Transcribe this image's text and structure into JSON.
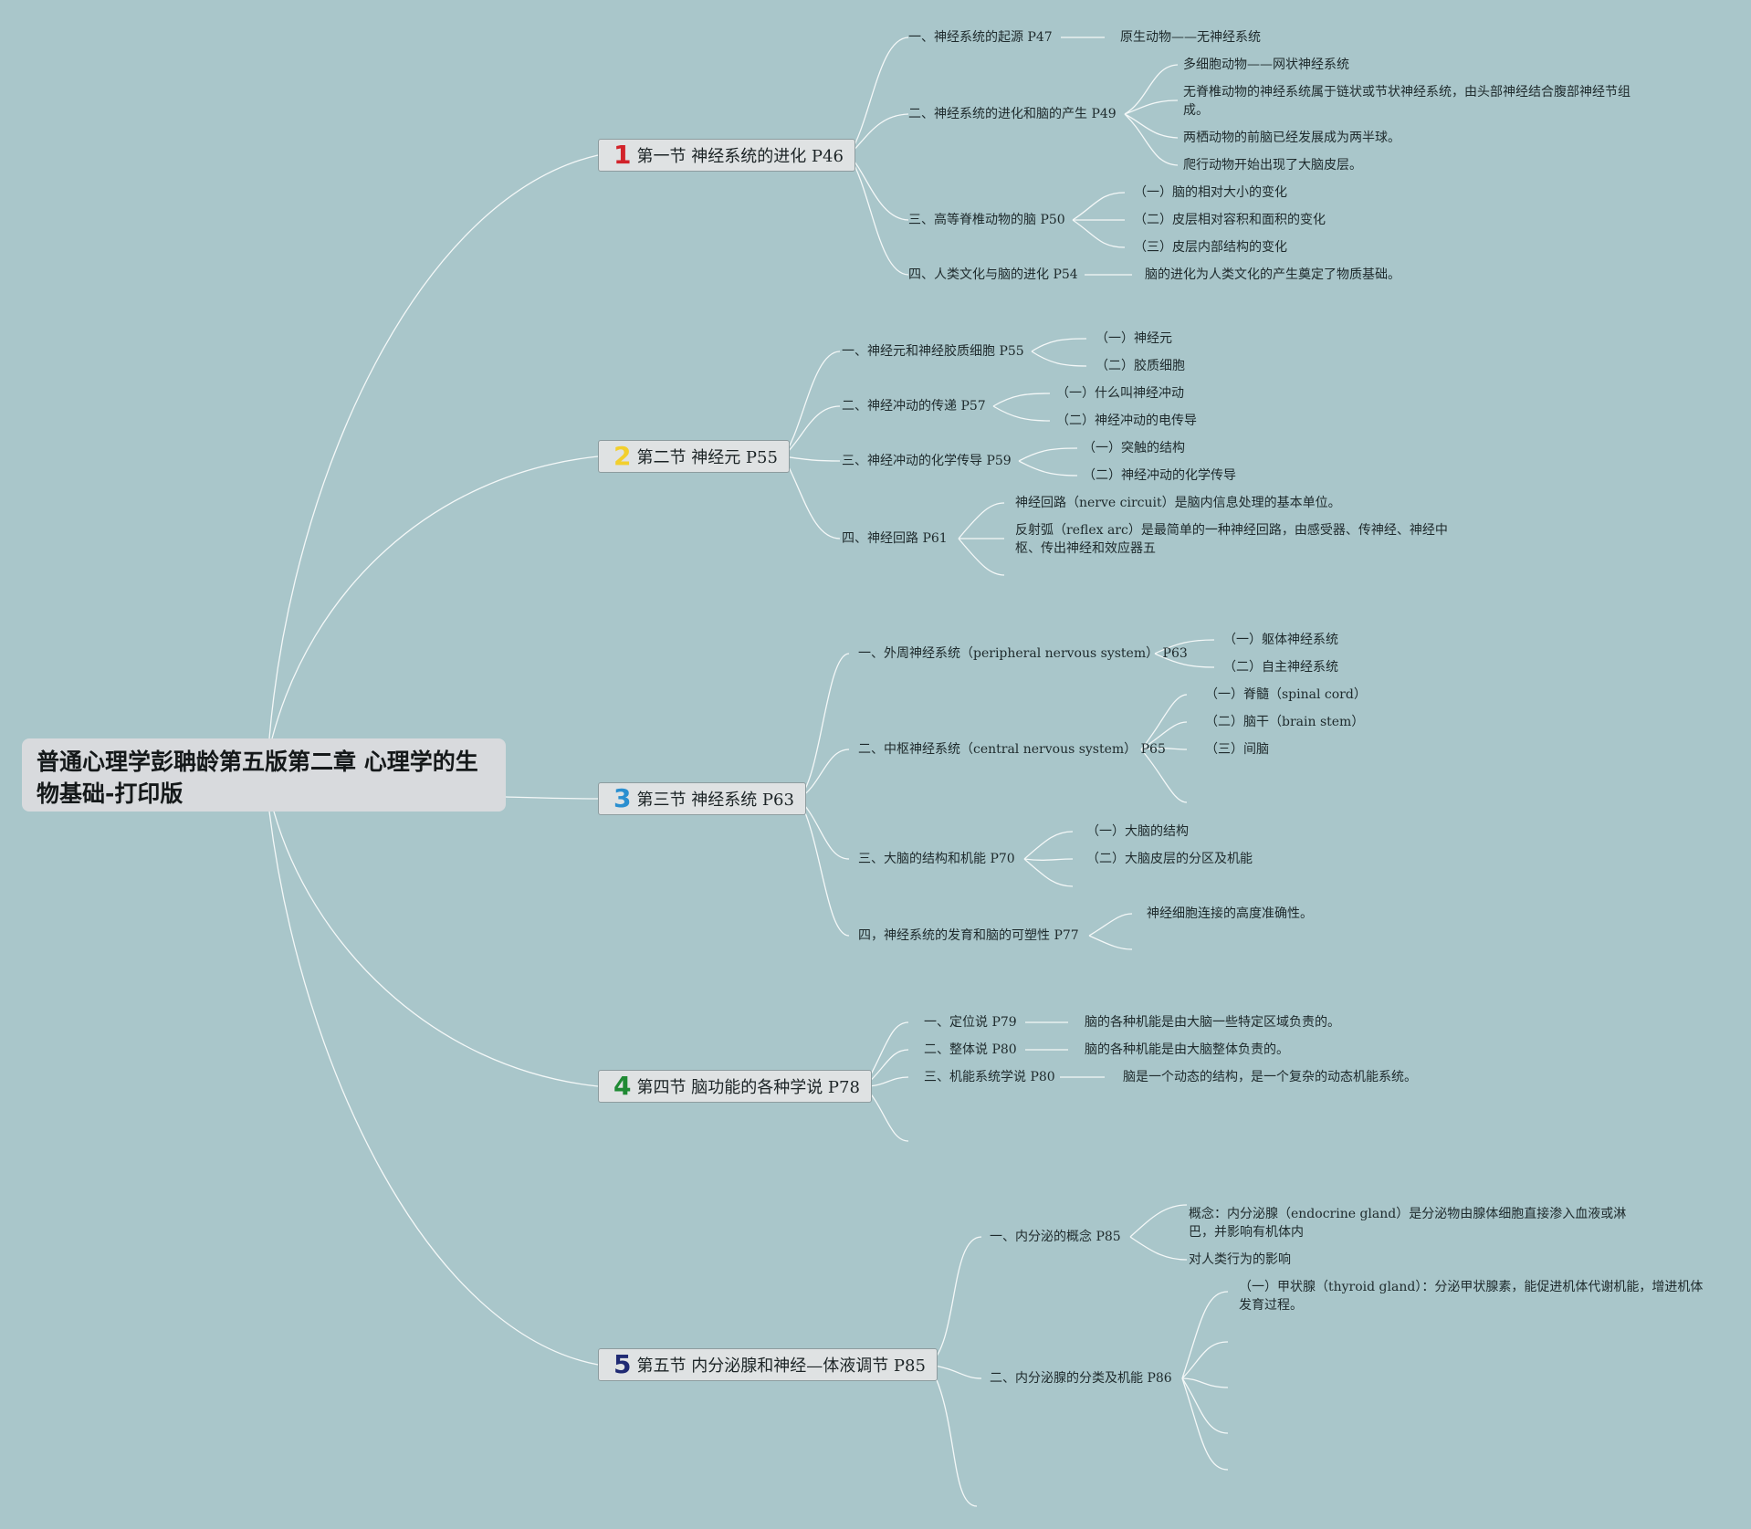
{
  "root": {
    "title": "普通心理学彭聃龄第五版第二章 心理学的生物基础-打印版"
  },
  "sections": [
    {
      "num": "1",
      "num_color": "#d2232a",
      "title": "第一节 神经系统的进化 P46",
      "topics": [
        {
          "label": "一、神经系统的起源 P47",
          "children": [
            "原生动物——无神经系统"
          ]
        },
        {
          "label": "二、神经系统的进化和脑的产生 P49",
          "children": [
            "多细胞动物——网状神经系统",
            "无脊椎动物的神经系统属于链状或节状神经系统，由头部神经结合腹部神经节组成。",
            "两栖动物的前脑已经发展成为两半球。",
            "爬行动物开始出现了大脑皮层。"
          ]
        },
        {
          "label": "三、高等脊椎动物的脑 P50",
          "children": [
            "（一）脑的相对大小的变化",
            "（二）皮层相对容积和面积的变化",
            "（三）皮层内部结构的变化"
          ]
        },
        {
          "label": "四、人类文化与脑的进化 P54",
          "children": [
            "脑的进化为人类文化的产生奠定了物质基础。"
          ]
        }
      ]
    },
    {
      "num": "2",
      "num_color": "#f2cf2d",
      "title": "第二节 神经元 P55",
      "topics": [
        {
          "label": "一、神经元和神经胶质细胞 P55",
          "children": [
            "（一）神经元",
            "（二）胶质细胞"
          ]
        },
        {
          "label": "二、神经冲动的传递 P57",
          "children": [
            "（一）什么叫神经冲动",
            "（二）神经冲动的电传导"
          ]
        },
        {
          "label": "三、神经冲动的化学传导 P59",
          "children": [
            "（一）突触的结构",
            "（二）神经冲动的化学传导"
          ]
        },
        {
          "label": "四、神经回路 P61",
          "children": [
            "神经回路（nerve circuit）是脑内信息处理的基本单位。",
            "反射弧（reflex arc）是最简单的一种神经回路，由感受器、传神经、神经中枢、传出神经和效应器五"
          ]
        }
      ]
    },
    {
      "num": "3",
      "num_color": "#2a8fd0",
      "title": "第三节 神经系统 P63",
      "topics": [
        {
          "label": "一、外周神经系统（peripheral nervous system） P63",
          "children": [
            "（一）躯体神经系统",
            "（二）自主神经系统"
          ]
        },
        {
          "label": "二、中枢神经系统（central nervous system） P65",
          "children": [
            "（一）脊髓（spinal cord）",
            "（二）脑干（brain stem）",
            "（三）间脑"
          ]
        },
        {
          "label": "三、大脑的结构和机能 P70",
          "children": [
            "（一）大脑的结构",
            "（二）大脑皮层的分区及机能"
          ]
        },
        {
          "label": "四，神经系统的发育和脑的可塑性 P77",
          "children": [
            "神经细胞连接的高度准确性。"
          ]
        }
      ]
    },
    {
      "num": "4",
      "num_color": "#1f8a34",
      "title": "第四节 脑功能的各种学说 P78",
      "topics": [
        {
          "label": "一、定位说 P79",
          "children": [
            "脑的各种机能是由大脑一些特定区域负责的。"
          ]
        },
        {
          "label": "二、整体说 P80",
          "children": [
            "脑的各种机能是由大脑整体负责的。"
          ]
        },
        {
          "label": "三、机能系统学说 P80",
          "children": [
            "脑是一个动态的结构，是一个复杂的动态机能系统。"
          ]
        }
      ]
    },
    {
      "num": "5",
      "num_color": "#1f2a73",
      "title": "第五节 内分泌腺和神经—体液调节 P85",
      "topics": [
        {
          "label": "一、内分泌的概念 P85",
          "children": [
            "概念：内分泌腺（endocrine gland）是分泌物由腺体细胞直接渗入血液或淋巴，并影响有机体内",
            "对人类行为的影响"
          ]
        },
        {
          "label": "二、内分泌腺的分类及机能 P86",
          "children": [
            "（一）甲状腺（thyroid gland）：分泌甲状腺素，能促进机体代谢机能，增进机体发育过程。"
          ]
        }
      ]
    }
  ]
}
